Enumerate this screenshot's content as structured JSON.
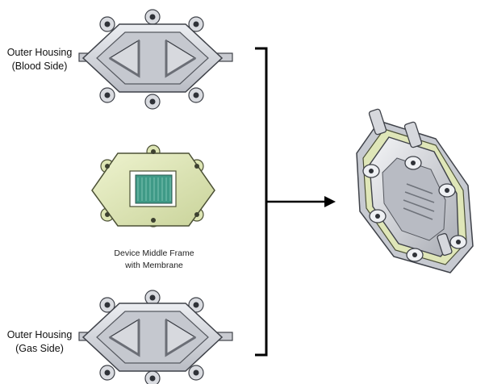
{
  "labels": {
    "blood_side": {
      "line1": "Outer Housing",
      "line2": "(Blood Side)"
    },
    "gas_side": {
      "line1": "Outer Housing",
      "line2": "(Gas Side)"
    },
    "middle_frame": {
      "line1": "Device Middle Frame",
      "line2": "with Membrane"
    }
  },
  "colors": {
    "housing_fill": "#d3d5db",
    "housing_stroke": "#3f4249",
    "frame_fill": "#dfe6b8",
    "membrane_fill": "#3f9a87",
    "bracket": "#000000"
  },
  "icons": [
    "bracket-icon",
    "right-arrow-icon"
  ]
}
